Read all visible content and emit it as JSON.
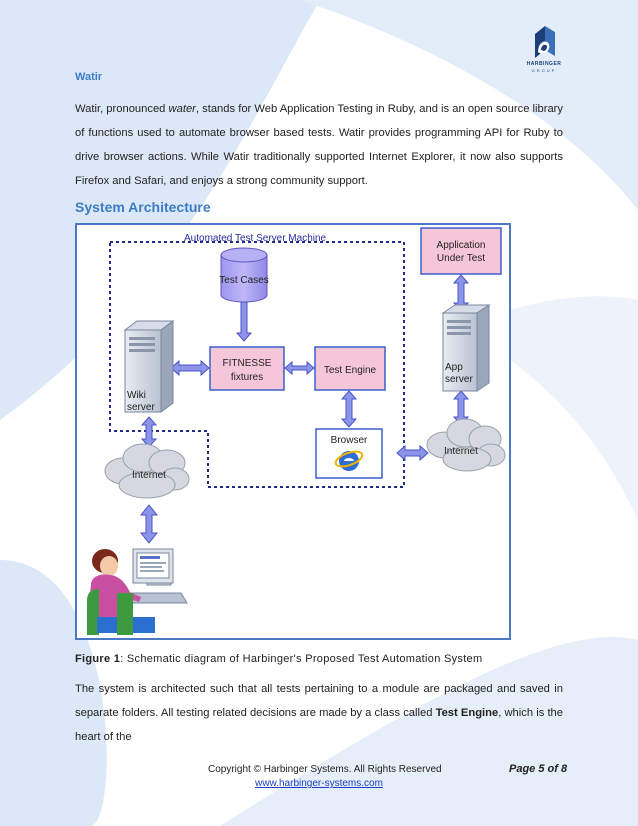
{
  "logo": {
    "brand": "HARBINGER",
    "sub": "GROUP"
  },
  "watir": {
    "heading": "Watir",
    "paragraph": [
      {
        "text": "Watir, pronounced "
      },
      {
        "text": "water",
        "italic": true
      },
      {
        "text": ", stands for Web Application Testing in Ruby, and is an open source library of functions used to automate browser based tests. Watir provides programming API for Ruby to drive browser actions. While Watir traditionally supported Internet Explorer, it now also supports Firefox and Safari, and enjoys a strong community support."
      }
    ]
  },
  "architecture": {
    "heading": "System Architecture",
    "diagram": {
      "boundary_label": "Automated Test Server Machine",
      "application_under_test": [
        "Application",
        "Under Test"
      ],
      "test_cases": "Test Cases",
      "fitnesse": [
        "FITNESSE",
        "fixtures"
      ],
      "test_engine": "Test Engine",
      "browser": "Browser",
      "wiki_server": [
        "Wiki",
        "server"
      ],
      "app_server": [
        "App",
        "server"
      ],
      "internet_left": "Internet",
      "internet_right": "Internet"
    },
    "caption": {
      "label": "Figure 1",
      "text": ": Schematic diagram of Harbinger's Proposed Test Automation System"
    },
    "paragraph": [
      {
        "text": "The system is architected such that all tests pertaining to a module are packaged and saved in separate folders. All testing related decisions are made by a class called "
      },
      {
        "text": "Test Engine",
        "bold": true
      },
      {
        "text": ", which is the heart of the"
      }
    ]
  },
  "footer": {
    "copyright": "Copyright © Harbinger Systems. All Rights Reserved",
    "page": "Page 5 of 8",
    "url": "www.harbinger-systems.com"
  },
  "colors": {
    "heading": "#3d7cc4",
    "box_fill": "#f5c6d8",
    "box_border": "#3b5ed0",
    "arrow": "#8c94e8",
    "background_swoosh": "#d6e5f6"
  }
}
